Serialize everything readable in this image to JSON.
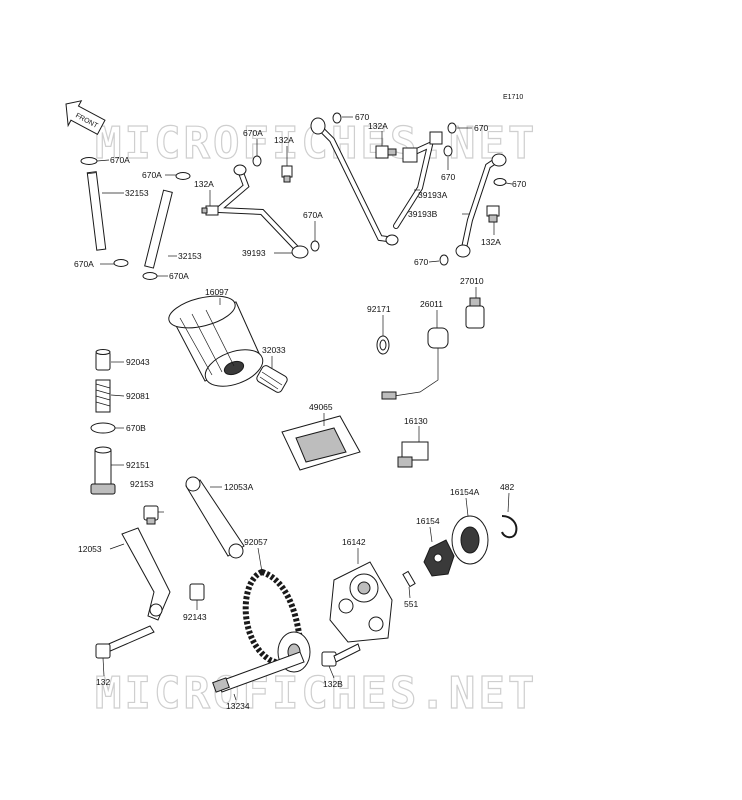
{
  "diagram_code": "E1710",
  "front_badge": "FRONT",
  "watermark": "MICROFICHES.NET",
  "labels": [
    {
      "id": "l670a_1",
      "text": "670A"
    },
    {
      "id": "l670a_2",
      "text": "670A"
    },
    {
      "id": "l32153_1",
      "text": "32153"
    },
    {
      "id": "l32153_2",
      "text": "32153"
    },
    {
      "id": "l670a_3",
      "text": "670A"
    },
    {
      "id": "l670a_4",
      "text": "670A"
    },
    {
      "id": "l132a_1",
      "text": "132A"
    },
    {
      "id": "l670a_5",
      "text": "670A"
    },
    {
      "id": "l132a_2",
      "text": "132A"
    },
    {
      "id": "l670a_6",
      "text": "670A"
    },
    {
      "id": "l39193",
      "text": "39193"
    },
    {
      "id": "l670_1",
      "text": "670"
    },
    {
      "id": "l132a_3",
      "text": "132A"
    },
    {
      "id": "l670_2",
      "text": "670"
    },
    {
      "id": "l670_3",
      "text": "670"
    },
    {
      "id": "l39193a",
      "text": "39193A"
    },
    {
      "id": "l670_4",
      "text": "670"
    },
    {
      "id": "l39193b",
      "text": "39193B"
    },
    {
      "id": "l132a_4",
      "text": "132A"
    },
    {
      "id": "l670_5",
      "text": "670"
    },
    {
      "id": "l16097",
      "text": "16097"
    },
    {
      "id": "l92043",
      "text": "92043"
    },
    {
      "id": "l92081",
      "text": "92081"
    },
    {
      "id": "l670b",
      "text": "670B"
    },
    {
      "id": "l92151",
      "text": "92151"
    },
    {
      "id": "l32033",
      "text": "32033"
    },
    {
      "id": "l92171",
      "text": "92171"
    },
    {
      "id": "l26011",
      "text": "26011"
    },
    {
      "id": "l27010",
      "text": "27010"
    },
    {
      "id": "l49065",
      "text": "49065"
    },
    {
      "id": "l16130",
      "text": "16130"
    },
    {
      "id": "l92153",
      "text": "92153"
    },
    {
      "id": "l12053a",
      "text": "12053A"
    },
    {
      "id": "l12053",
      "text": "12053"
    },
    {
      "id": "l92057",
      "text": "92057"
    },
    {
      "id": "l16142",
      "text": "16142"
    },
    {
      "id": "l16154a",
      "text": "16154A"
    },
    {
      "id": "l482",
      "text": "482"
    },
    {
      "id": "l16154",
      "text": "16154"
    },
    {
      "id": "l551",
      "text": "551"
    },
    {
      "id": "l92143",
      "text": "92143"
    },
    {
      "id": "l132",
      "text": "132"
    },
    {
      "id": "l132b",
      "text": "132B"
    },
    {
      "id": "l13234",
      "text": "13234"
    }
  ]
}
